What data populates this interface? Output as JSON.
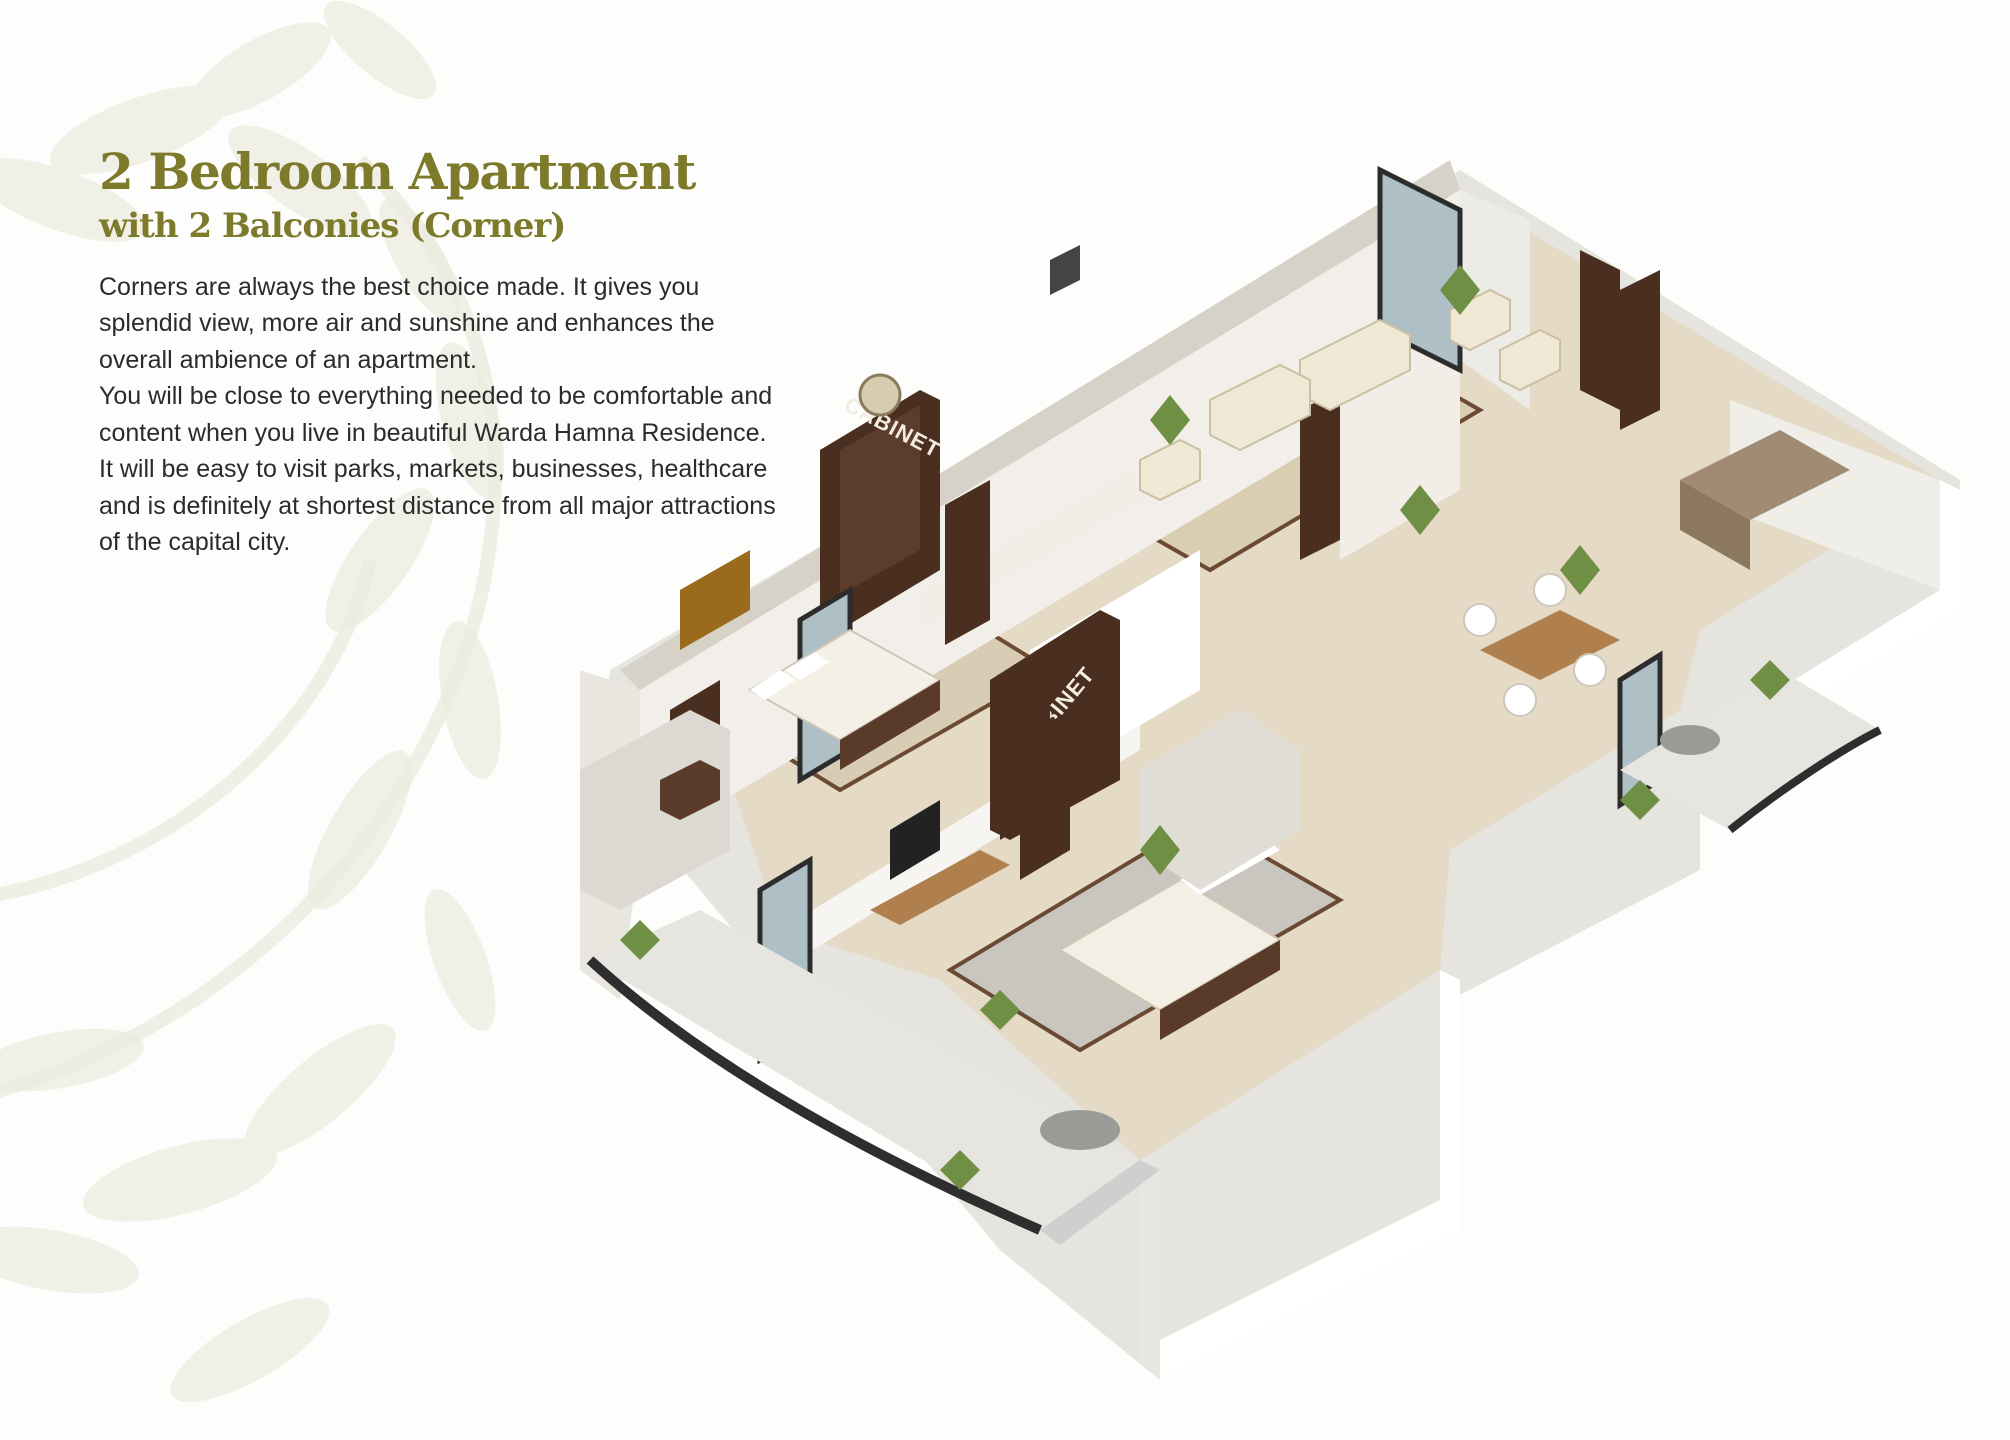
{
  "theme": {
    "accent": "#7d7a2c",
    "text": "#2b2b2b",
    "background": "#fdfdfb",
    "wall": "#f2efea",
    "floor": "#e4dac5",
    "wood": "#4a2e1f",
    "glass": "#aebfc6"
  },
  "heading": {
    "title": "2 Bedroom Apartment",
    "subtitle": "with 2 Balconies (Corner)"
  },
  "description": {
    "paragraph_1": "Corners are always the best choice made. It gives you splendid view, more air and sunshine and enhances the overall ambience of an apartment.",
    "paragraph_2": "You will be close to everything needed to be comfortable and content when you live in beautiful Warda Hamna Residence. It will be easy to visit parks, markets, businesses, healthcare and is definitely at shortest distance from all major attractions of the capital city."
  },
  "floor_plan": {
    "labels": [
      "CABINET",
      "CABINET"
    ]
  }
}
